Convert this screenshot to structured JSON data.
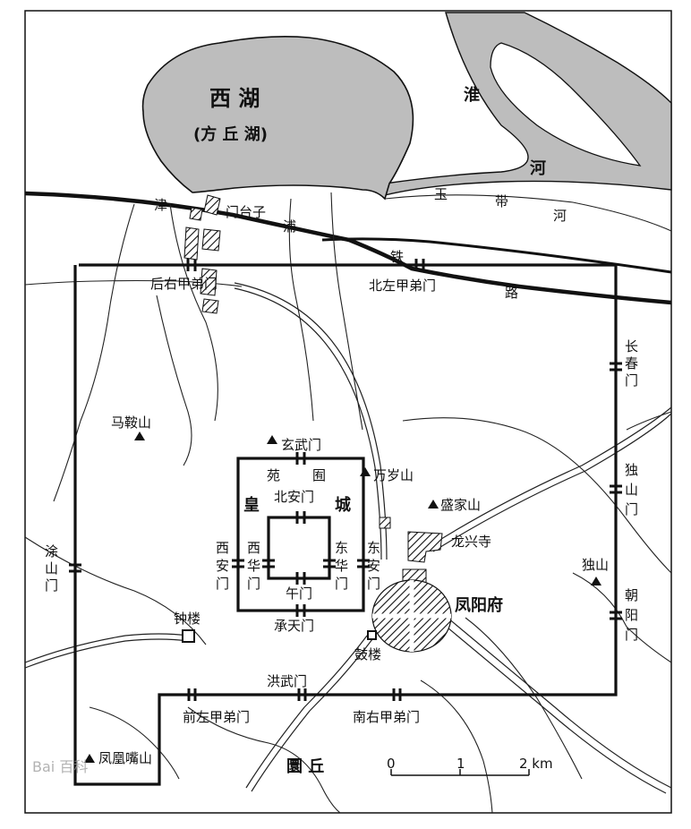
{
  "map": {
    "lake": {
      "name": "西  湖",
      "alt_name": "(方 丘 湖)"
    },
    "river": {
      "name_chars": [
        "淮",
        "河"
      ]
    },
    "stream": {
      "name_chars": [
        "玉",
        "带",
        "河"
      ]
    },
    "railway": {
      "name_chars": [
        "津",
        "浦",
        "铁",
        "路"
      ]
    },
    "outer_gates": {
      "back_right": "后右甲弟门",
      "north_left": "北左甲弟门",
      "changchun": [
        "长",
        "春",
        "门"
      ],
      "dushan_gate": [
        "独",
        "山",
        "门"
      ],
      "chaoyang": [
        "朝",
        "阳",
        "门"
      ],
      "tushan": [
        "涂",
        "山",
        "门"
      ],
      "front_left": "前左甲弟门",
      "south_right": "南右甲弟门",
      "hongwu": "洪武门"
    },
    "imperial": {
      "xuanwu": "玄武门",
      "garden": [
        "苑",
        "囿"
      ],
      "name": [
        "皇",
        "城"
      ],
      "beian": "北安门",
      "xian": [
        "西",
        "安",
        "门"
      ],
      "dongan": [
        "东",
        "安",
        "门"
      ],
      "xihua": [
        "西",
        "华",
        "门"
      ],
      "donghua": [
        "东",
        "华",
        "门"
      ],
      "wumen": "午门",
      "chengtian": "承天门"
    },
    "mountains": {
      "maan": "马鞍山",
      "wansui": "万岁山",
      "shengjia": "盛家山",
      "dushan": "独山",
      "fenghuangzui": "凤凰嘴山"
    },
    "places": {
      "mentaizi": "门台子",
      "longxing": "龙兴寺",
      "fengyang": "凤阳府",
      "zhonglou": "钟楼",
      "gulou": "鼓楼",
      "yuanqiu": "圜  丘"
    },
    "scale": {
      "ticks": [
        "0",
        "1",
        "2 km"
      ]
    },
    "watermark": "Bai 百科"
  }
}
